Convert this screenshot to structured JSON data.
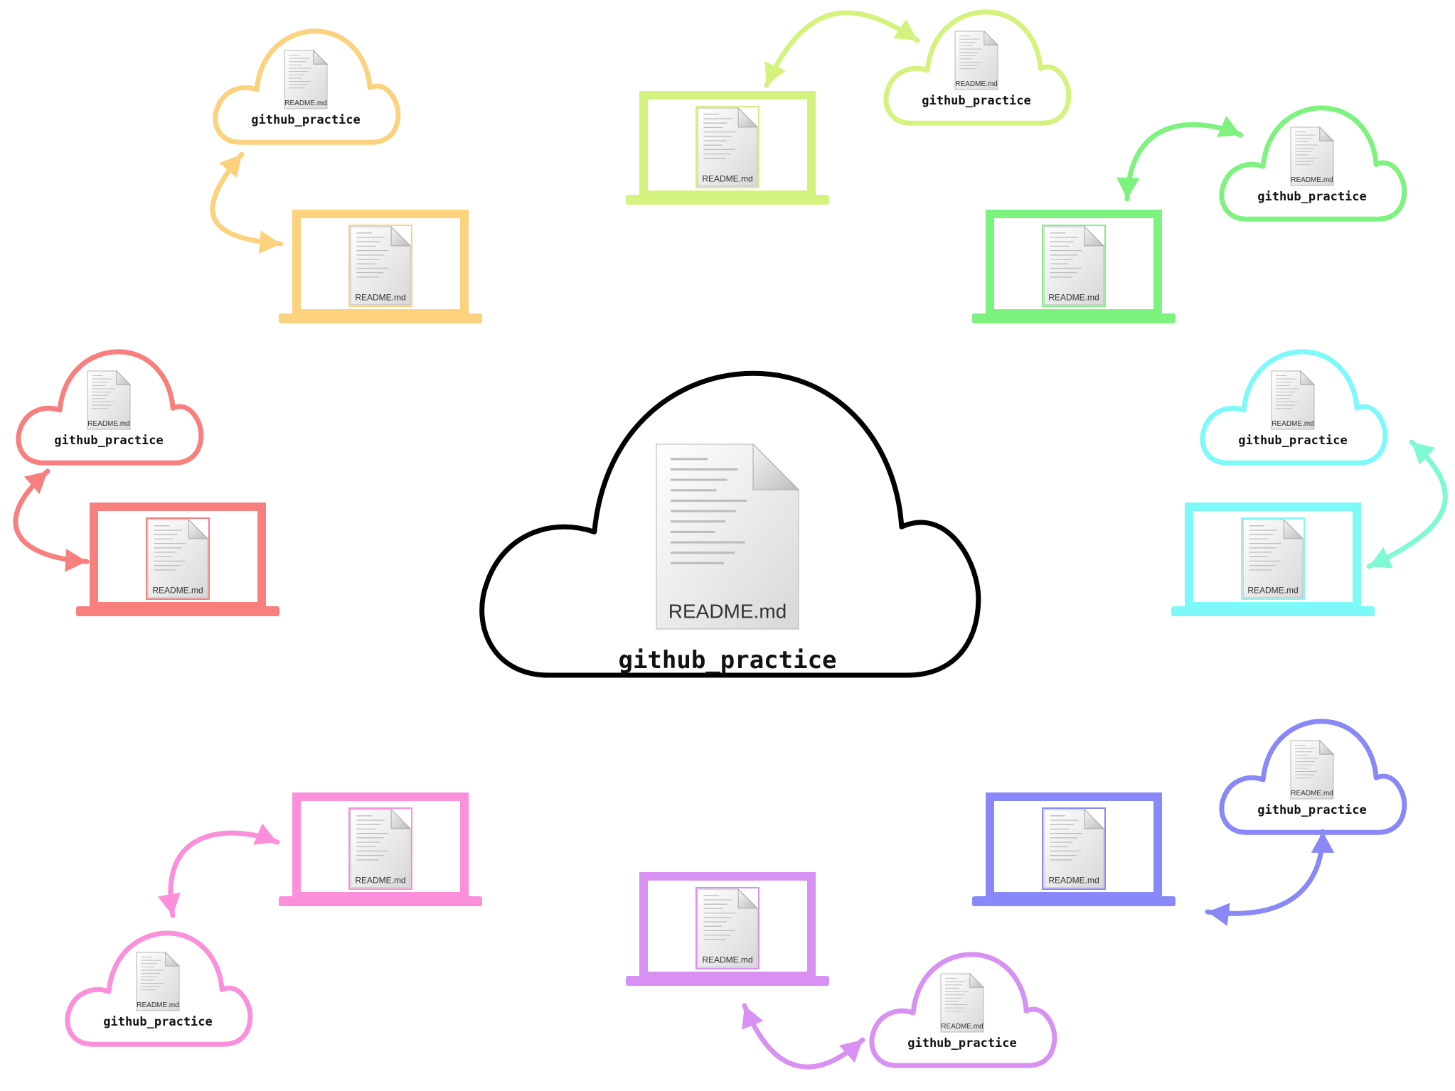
{
  "central": {
    "repo_name": "github_practice",
    "file_name": "README.md",
    "color": "#000000"
  },
  "clones": [
    {
      "id": "orange",
      "color": "#fcd27e",
      "repo_name": "github_practice",
      "file_name": "README.md",
      "laptop_file_name": "README.md"
    },
    {
      "id": "lime",
      "color": "#d4f27e",
      "repo_name": "github_practice",
      "file_name": "README.md",
      "laptop_file_name": "README.md"
    },
    {
      "id": "green",
      "color": "#7ef27e",
      "repo_name": "github_practice",
      "file_name": "README.md",
      "laptop_file_name": "README.md"
    },
    {
      "id": "red",
      "color": "#f97e7e",
      "repo_name": "github_practice",
      "file_name": "README.md",
      "laptop_file_name": "README.md"
    },
    {
      "id": "cyan",
      "color": "#7ef9f9",
      "repo_name": "github_practice",
      "file_name": "README.md",
      "laptop_file_name": "README.md"
    },
    {
      "id": "pink",
      "color": "#fc8fdb",
      "repo_name": "github_practice",
      "file_name": "README.md",
      "laptop_file_name": "README.md"
    },
    {
      "id": "purple",
      "color": "#d891f2",
      "repo_name": "github_practice",
      "file_name": "README.md",
      "laptop_file_name": "README.md"
    },
    {
      "id": "blue",
      "color": "#8888f9",
      "repo_name": "github_practice",
      "file_name": "README.md",
      "laptop_file_name": "README.md"
    }
  ],
  "arrow_colors": {
    "green": "#7ef27e",
    "cyan": "#7ef9d4"
  }
}
